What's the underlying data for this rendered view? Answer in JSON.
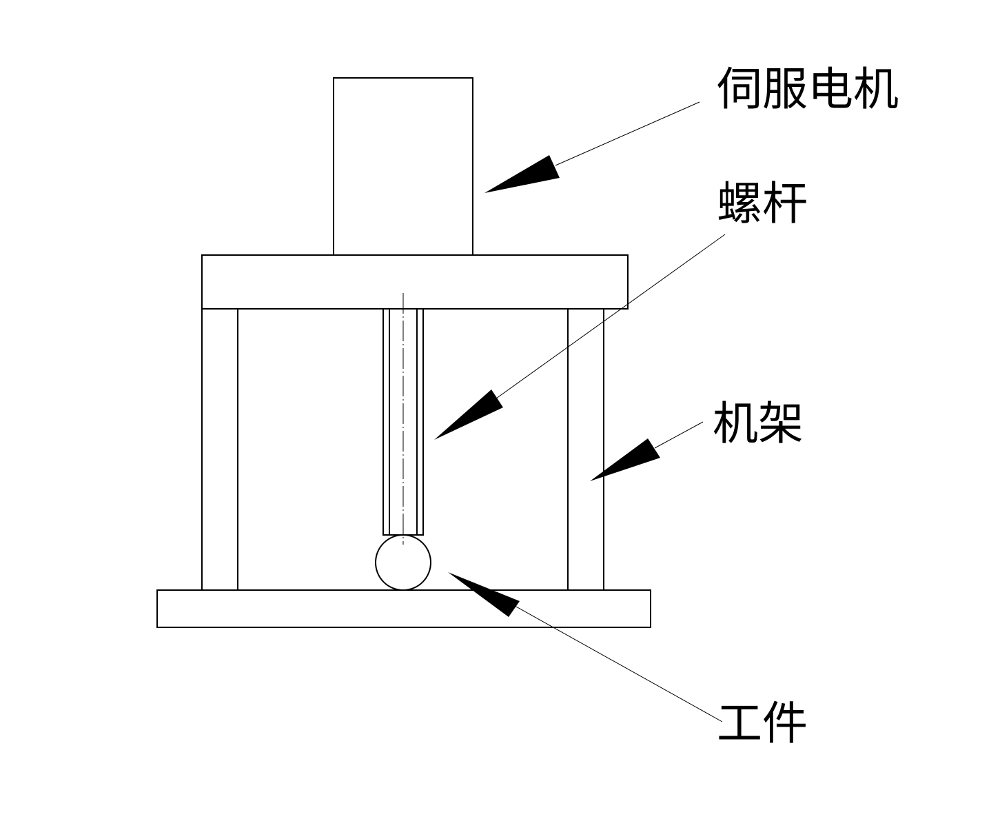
{
  "labels": {
    "servo_motor": "伺服电机",
    "screw_rod": "螺杆",
    "frame": "机架",
    "workpiece": "工件"
  },
  "colors": {
    "line": "#000000",
    "background": "#ffffff"
  }
}
